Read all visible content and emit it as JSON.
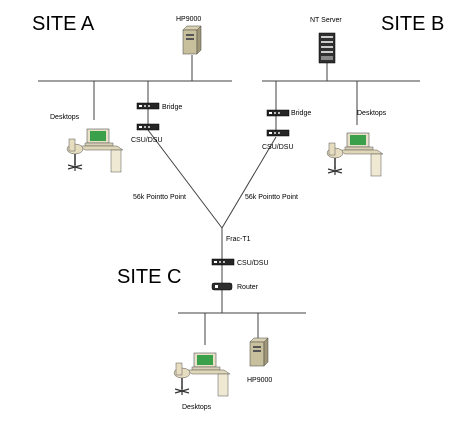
{
  "sites": {
    "a": "SITE A",
    "b": "SITE B",
    "c": "SITE C"
  },
  "labels": {
    "hp9000_a": "HP9000",
    "nt_server": "NT Server",
    "desktops_a": "Desktops",
    "bridge_a": "Bridge",
    "csudsu_a": "CSU/DSU",
    "bridge_b": "Bridge",
    "csudsu_b": "CSU/DSU",
    "desktops_b": "Desktops",
    "link_a": "56k Pointto Point",
    "link_b": "56k Pointto Point",
    "frac_t1": "Frac-T1",
    "csudsu_c": "CSU/DSU",
    "router_c": "Router",
    "hp9000_c": "HP9000",
    "desktops_c": "Desktops"
  },
  "colors": {
    "line": "#404040",
    "screen": "#3aa04a",
    "device": "#202020"
  }
}
